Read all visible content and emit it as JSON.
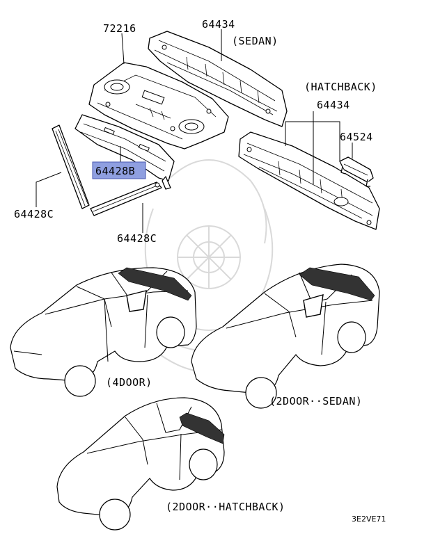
{
  "labels": {
    "part_72216": "72216",
    "part_64434_sedan": "64434",
    "sedan_note": "(SEDAN)",
    "hatchback_note": "(HATCHBACK)",
    "part_64434_hatch": "64434",
    "part_64524": "64524",
    "part_64428b": "64428B",
    "part_64428c_left": "64428C",
    "part_64428c_bottom": "64428C",
    "car_4door": "(4DOOR)",
    "car_2door_sedan": "(2DOOR··SEDAN)",
    "car_2door_hatchback": "(2DOOR··HATCHBACK)",
    "diagram_code": "3E2VE71"
  },
  "highlight": {
    "selected_part": "64428B",
    "color": "#8f9fe0"
  }
}
